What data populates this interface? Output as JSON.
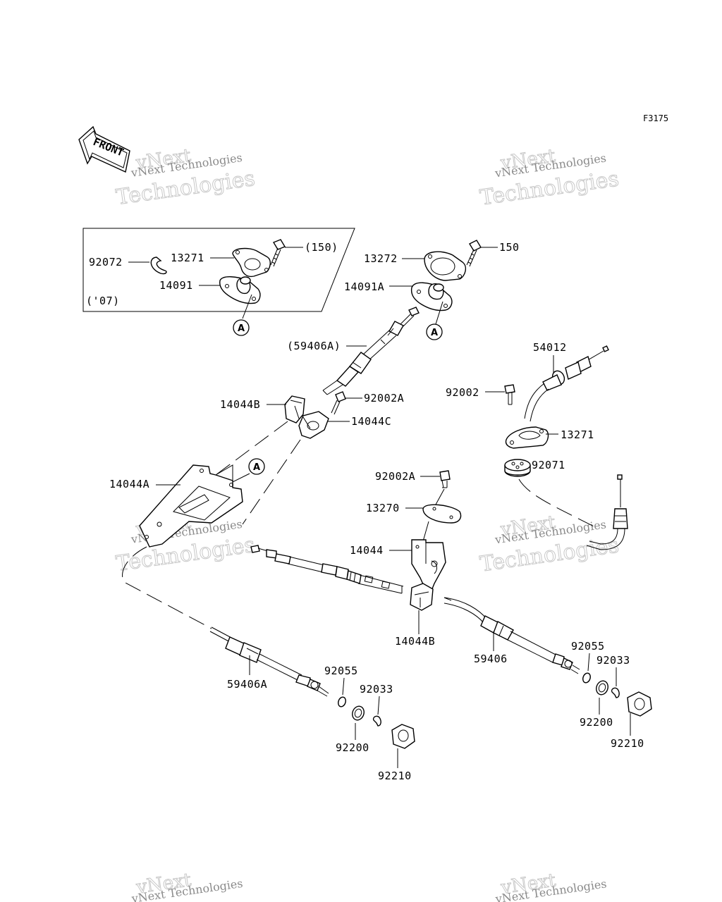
{
  "figure_code": "F3175",
  "front_label": "FRONT",
  "watermark": {
    "line1": "vNext Technologies",
    "line2": "vNext",
    "line3": "Technologies"
  },
  "inset": {
    "note": "('07)",
    "labels": {
      "p92072": "92072",
      "p13271_inset": "13271",
      "p14091": "14091",
      "p150_paren": "(150)"
    }
  },
  "callouts": {
    "circle_a": "A"
  },
  "labels": {
    "p13272": "13272",
    "p150": "150",
    "p14091A": "14091A",
    "p59406A_paren": "(59406A)",
    "p14044B_top": "14044B",
    "p92002A_top": "92002A",
    "p14044C": "14044C",
    "p14044A": "14044A",
    "p54012": "54012",
    "p92002": "92002",
    "p13271": "13271",
    "p92071": "92071",
    "p92002A_mid": "92002A",
    "p13270": "13270",
    "p14044": "14044",
    "p14044B_bot": "14044B",
    "p59406": "59406",
    "p59406A": "59406A",
    "p92055_left": "92055",
    "p92033_left": "92033",
    "p92200_left": "92200",
    "p92210_left": "92210",
    "p92055_right": "92055",
    "p92033_right": "92033",
    "p92200_right": "92200",
    "p92210_right": "92210"
  }
}
